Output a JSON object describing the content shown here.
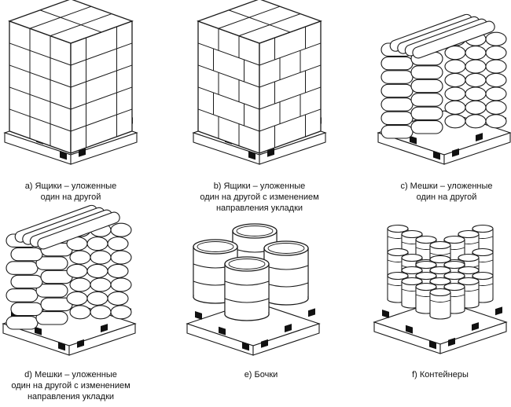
{
  "panels": [
    {
      "id": "a",
      "kind": "boxes",
      "caption": [
        "a) Ящики – уложенные",
        "один на другой"
      ]
    },
    {
      "id": "b",
      "kind": "boxes-interlocked",
      "caption": [
        "b) Ящики – уложенные",
        "один на другой с изменением",
        "направления укладки"
      ]
    },
    {
      "id": "c",
      "kind": "bags",
      "caption": [
        "c) Мешки – уложенные",
        "один на другой"
      ]
    },
    {
      "id": "d",
      "kind": "bags-interlocked",
      "caption": [
        "d) Мешки – уложенные",
        "один на другой с изменением",
        "направления укладки"
      ]
    },
    {
      "id": "e",
      "kind": "barrels",
      "caption": [
        "e) Бочки"
      ]
    },
    {
      "id": "f",
      "kind": "containers",
      "caption": [
        "f) Контейнеры"
      ]
    }
  ],
  "colors": {
    "stroke": "#1a1a1a",
    "fill": "#ffffff",
    "text": "#111111"
  }
}
